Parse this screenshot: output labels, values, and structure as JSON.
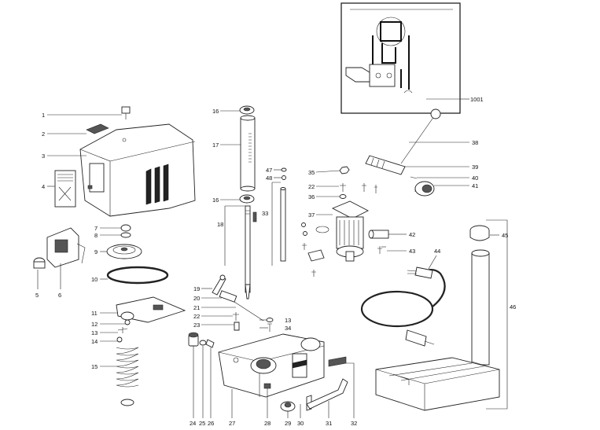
{
  "labels": [
    {
      "id": "1",
      "text": "1"
    },
    {
      "id": "2",
      "text": "2"
    },
    {
      "id": "3",
      "text": "3"
    },
    {
      "id": "4",
      "text": "4"
    },
    {
      "id": "5",
      "text": "5"
    },
    {
      "id": "6",
      "text": "6"
    },
    {
      "id": "7",
      "text": "7"
    },
    {
      "id": "8",
      "text": "8"
    },
    {
      "id": "9",
      "text": "9"
    },
    {
      "id": "10",
      "text": "10"
    },
    {
      "id": "11",
      "text": "11"
    },
    {
      "id": "12",
      "text": "12"
    },
    {
      "id": "13a",
      "text": "13"
    },
    {
      "id": "14",
      "text": "14"
    },
    {
      "id": "15",
      "text": "15"
    },
    {
      "id": "16a",
      "text": "16"
    },
    {
      "id": "17",
      "text": "17"
    },
    {
      "id": "16b",
      "text": "16"
    },
    {
      "id": "18",
      "text": "18"
    },
    {
      "id": "19",
      "text": "19"
    },
    {
      "id": "20",
      "text": "20"
    },
    {
      "id": "21",
      "text": "21"
    },
    {
      "id": "22a",
      "text": "22"
    },
    {
      "id": "23",
      "text": "23"
    },
    {
      "id": "13b",
      "text": "13"
    },
    {
      "id": "34",
      "text": "34"
    },
    {
      "id": "47",
      "text": "47"
    },
    {
      "id": "48",
      "text": "48"
    },
    {
      "id": "33",
      "text": "33"
    },
    {
      "id": "35",
      "text": "35"
    },
    {
      "id": "22b",
      "text": "22"
    },
    {
      "id": "36",
      "text": "36"
    },
    {
      "id": "37",
      "text": "37"
    },
    {
      "id": "42",
      "text": "42"
    },
    {
      "id": "43",
      "text": "43"
    },
    {
      "id": "44",
      "text": "44"
    },
    {
      "id": "1001",
      "text": "1001"
    },
    {
      "id": "38",
      "text": "38"
    },
    {
      "id": "39",
      "text": "39"
    },
    {
      "id": "40",
      "text": "40"
    },
    {
      "id": "41",
      "text": "41"
    },
    {
      "id": "45",
      "text": "45"
    },
    {
      "id": "46",
      "text": "46"
    },
    {
      "id": "24",
      "text": "24"
    },
    {
      "id": "25",
      "text": "25"
    },
    {
      "id": "26",
      "text": "26"
    },
    {
      "id": "27",
      "text": "27"
    },
    {
      "id": "28",
      "text": "28"
    },
    {
      "id": "29",
      "text": "29"
    },
    {
      "id": "30",
      "text": "30"
    },
    {
      "id": "31",
      "text": "31"
    },
    {
      "id": "32",
      "text": "32"
    }
  ]
}
